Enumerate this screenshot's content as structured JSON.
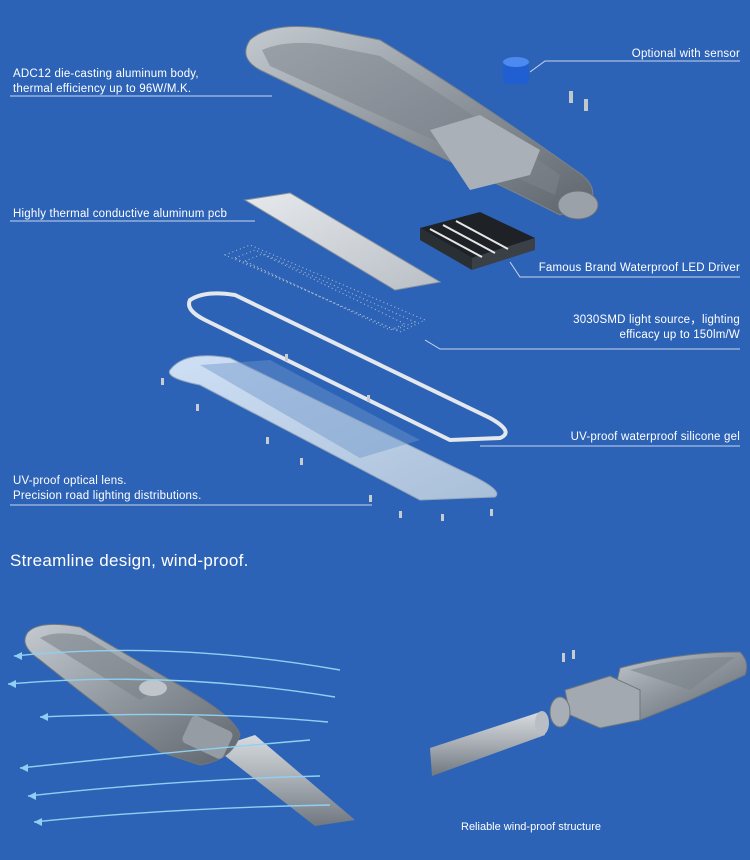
{
  "callouts": {
    "body": [
      "ADC12 die-casting aluminum body,",
      "thermal efficiency up to 96W/M.K."
    ],
    "sensor": "Optional with sensor",
    "pcb": "Highly thermal conductive aluminum pcb",
    "driver": "Famous Brand Waterproof LED Driver",
    "light_source": [
      "3030SMD light source，lighting",
      "efficacy up to 150lm/W"
    ],
    "silicone": "UV-proof waterproof silicone gel",
    "lens": [
      "UV-proof optical lens.",
      "Precision road lighting distributions."
    ]
  },
  "section_heading": "Streamline design, wind-proof.",
  "caption": "Reliable  wind-proof structure",
  "colors": {
    "background": "#2d63b7",
    "leader_line": "#c9d6ec",
    "housing": "#9aa2ab",
    "wind_arrow": "#8fd0f2",
    "sensor": "#1f5fd1"
  }
}
